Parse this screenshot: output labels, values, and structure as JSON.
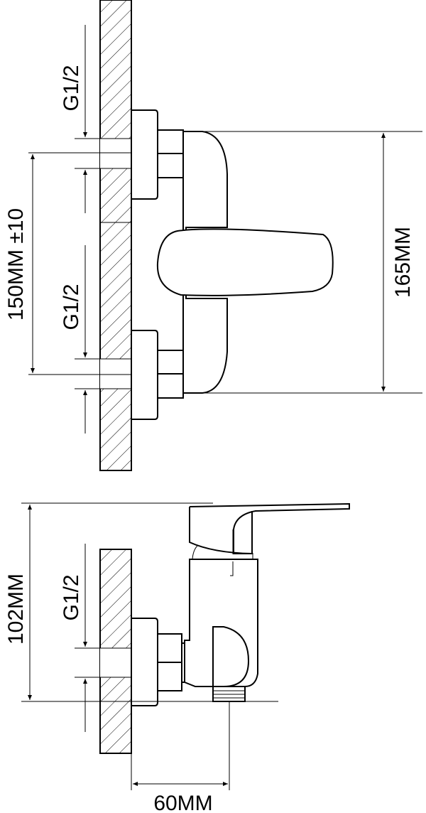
{
  "labels": {
    "top_inlet_upper": "G1/2",
    "top_inlet_lower": "G1/2",
    "spacing": "150MM ±10",
    "height": "165MM",
    "side_inlet": "G1/2",
    "depth": "102MM",
    "projection": "60MM"
  }
}
